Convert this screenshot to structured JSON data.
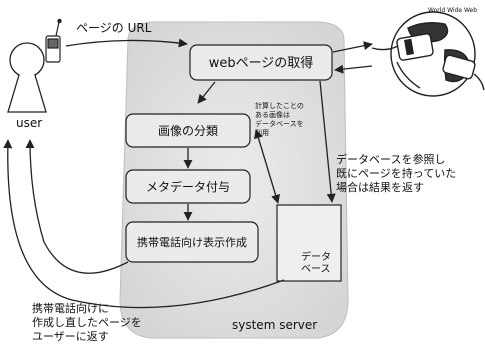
{
  "nodes": {
    "user": "user",
    "web_fetch": "webページの取得",
    "classify": "画像の分類",
    "metadata": "メタデータ付与",
    "mobile_view": "携帯電話向け表示作成",
    "database": [
      "データ",
      "ベース"
    ],
    "server": "system server",
    "www": "World Wide Web"
  },
  "labels": {
    "page_url": "ページの URL",
    "db_check": [
      "データベースを参照し",
      "既にページを持っていた",
      "場合は結果を返す"
    ],
    "db_register": [
      "計算したことの",
      "ある画像は",
      "データベースを",
      "利用"
    ],
    "return_to_user": [
      "携帯電話向けに",
      "作成し直したページを",
      "ユーザーに返す"
    ]
  },
  "colors": {
    "server_fill": "#e4e4e4",
    "box_fill": "#e8e8e8",
    "line": "#222222"
  }
}
